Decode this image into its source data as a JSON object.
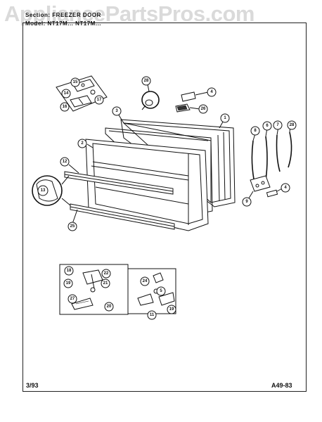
{
  "watermark": "AppliancePartsPros.com",
  "header": {
    "section": "Section: FREEZER DOOR",
    "model": "Model: NT17M... NT17M..."
  },
  "footer": {
    "date": "3/93",
    "code": "A49-83"
  },
  "callouts": [
    {
      "id": "c1",
      "label": "1"
    },
    {
      "id": "c2",
      "label": "2"
    },
    {
      "id": "c3",
      "label": "3"
    },
    {
      "id": "c4a",
      "label": "4"
    },
    {
      "id": "c4b",
      "label": "4"
    },
    {
      "id": "c5",
      "label": "5"
    },
    {
      "id": "c6",
      "label": "6"
    },
    {
      "id": "c7",
      "label": "7"
    },
    {
      "id": "c8",
      "label": "8"
    },
    {
      "id": "c9",
      "label": "9"
    },
    {
      "id": "c11",
      "label": "11"
    },
    {
      "id": "c12",
      "label": "12"
    },
    {
      "id": "c13",
      "label": "13"
    },
    {
      "id": "c14",
      "label": "14"
    },
    {
      "id": "c15",
      "label": "15"
    },
    {
      "id": "c16",
      "label": "16"
    },
    {
      "id": "c17",
      "label": "17"
    },
    {
      "id": "c18",
      "label": "18"
    },
    {
      "id": "c19a",
      "label": "19"
    },
    {
      "id": "c19b",
      "label": "19"
    },
    {
      "id": "c20",
      "label": "20"
    },
    {
      "id": "c21",
      "label": "21"
    },
    {
      "id": "c22",
      "label": "22"
    },
    {
      "id": "c24",
      "label": "24"
    },
    {
      "id": "c25",
      "label": "25"
    },
    {
      "id": "c26",
      "label": "26"
    },
    {
      "id": "c27",
      "label": "27"
    },
    {
      "id": "c28a",
      "label": "28"
    },
    {
      "id": "c28b",
      "label": "28"
    }
  ]
}
